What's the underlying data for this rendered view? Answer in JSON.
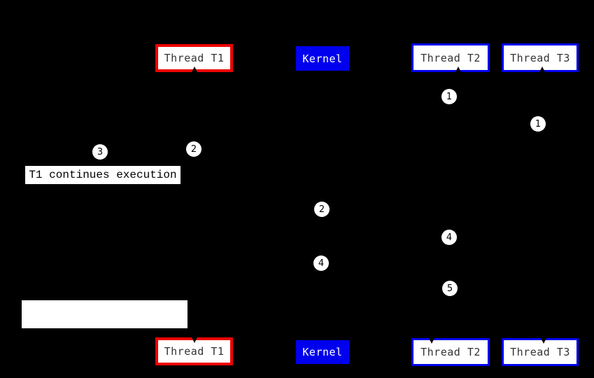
{
  "boxes": {
    "thread_t1": "Thread T1",
    "kernel": "Kernel",
    "thread_t2": "Thread T2",
    "thread_t3": "Thread T3"
  },
  "annotations": {
    "t1_continues": "T1 continues execution"
  },
  "circles": [
    {
      "label": "1"
    },
    {
      "label": "1"
    },
    {
      "label": "3"
    },
    {
      "label": "2"
    },
    {
      "label": "2"
    },
    {
      "label": "4"
    },
    {
      "label": "4"
    },
    {
      "label": "5"
    }
  ],
  "colors": {
    "background": "#000000",
    "thread_t1_border": "#ee0000",
    "thread_border": "#0000ee",
    "kernel_background": "#0000ee",
    "box_fill": "#ffffff",
    "box_text": "#333333",
    "kernel_text": "#ffffff",
    "circle_fill": "#ffffff",
    "circle_text": "#000000"
  }
}
